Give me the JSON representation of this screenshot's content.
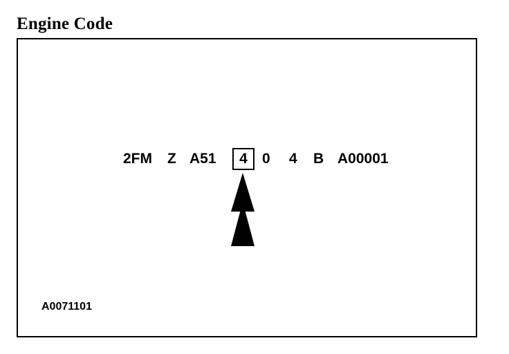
{
  "title": "Engine Code",
  "engine_code": {
    "segments": [
      "2FM",
      "Z",
      "A51",
      "4",
      "0",
      "4",
      "B",
      "A00001"
    ],
    "highlighted_segment": "4"
  },
  "figure_id": "A0071101",
  "pointer_icon": "up-arrow-icon"
}
